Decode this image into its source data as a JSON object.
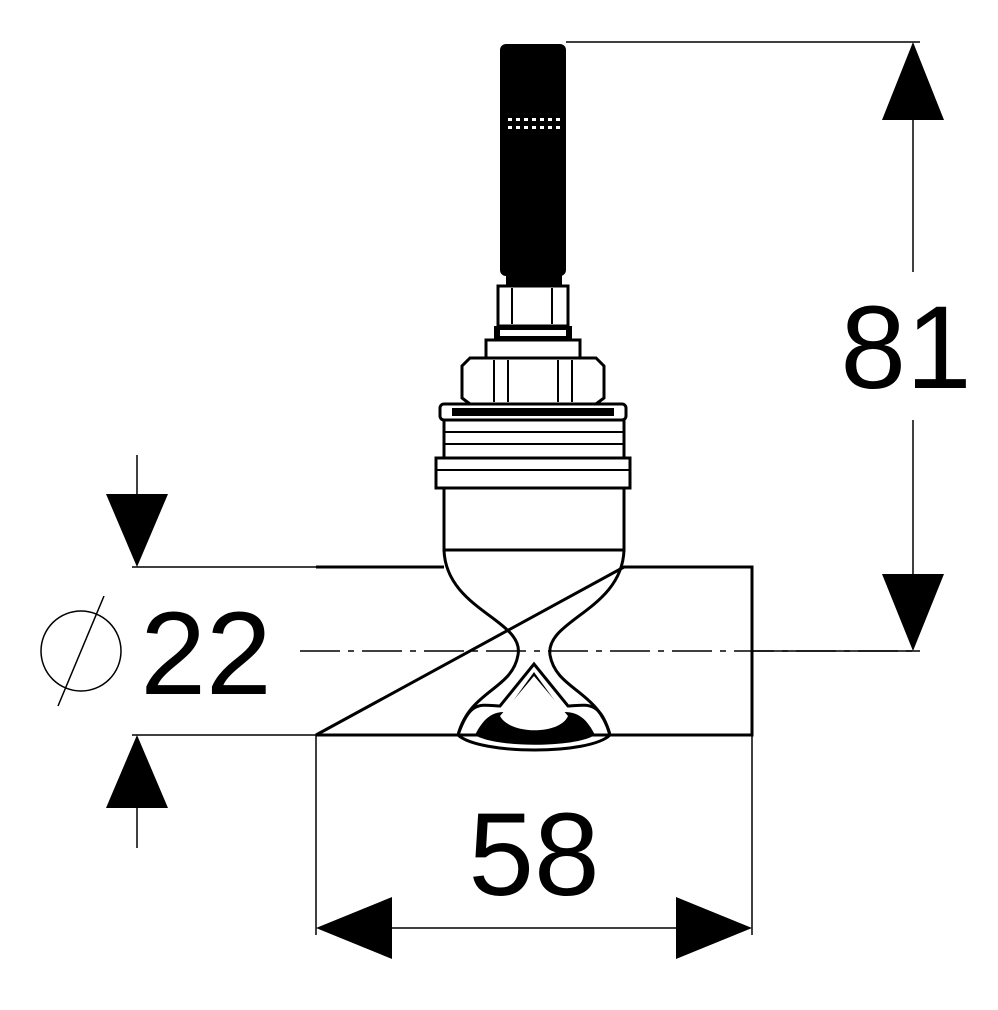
{
  "drawing": {
    "height_dimension": {
      "value": "81"
    },
    "diameter_dimension": {
      "symbol": "⌀",
      "value": "22"
    },
    "width_dimension": {
      "value": "58"
    }
  },
  "colors": {
    "ink": "#000000",
    "paper": "#ffffff"
  }
}
